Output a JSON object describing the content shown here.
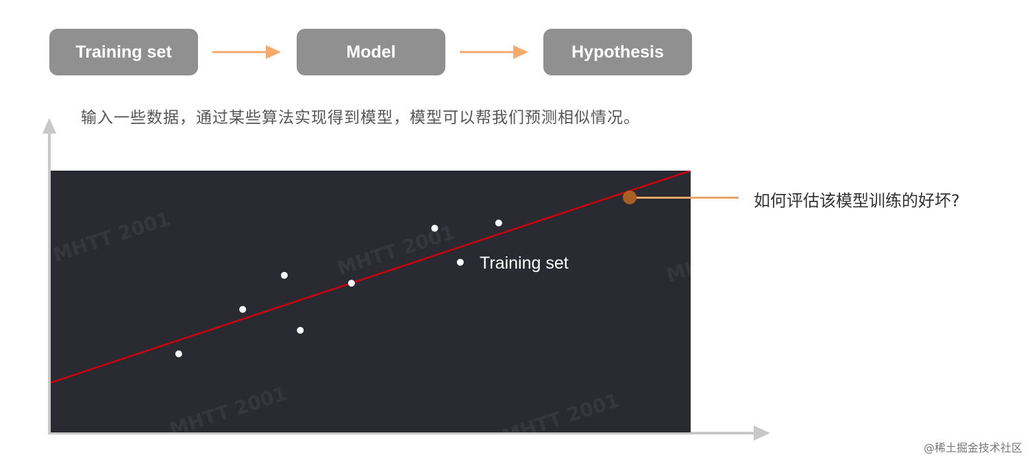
{
  "flow": {
    "steps": [
      {
        "label": "Training set"
      },
      {
        "label": "Model"
      },
      {
        "label": "Hypothesis"
      }
    ],
    "arrow_color": "#f5a96a",
    "box_color": "#909090"
  },
  "caption": "输入一些数据，通过某些算法实现得到模型，模型可以帮我们预测相似情况。",
  "chart_data": {
    "type": "scatter",
    "series": [
      {
        "name": "Training set",
        "points": [
          {
            "x": 0.2,
            "y": 0.3
          },
          {
            "x": 0.3,
            "y": 0.47
          },
          {
            "x": 0.365,
            "y": 0.6
          },
          {
            "x": 0.39,
            "y": 0.39
          },
          {
            "x": 0.47,
            "y": 0.57
          },
          {
            "x": 0.6,
            "y": 0.78
          },
          {
            "x": 0.64,
            "y": 0.65
          },
          {
            "x": 0.7,
            "y": 0.8
          }
        ]
      }
    ],
    "fit_line": {
      "x1": 0,
      "y1": 0.19,
      "x2": 1,
      "y2": 1.0,
      "color": "#d0000b"
    },
    "xlim": [
      0,
      1
    ],
    "ylim": [
      0,
      1
    ],
    "background": "#2a2a33",
    "point_color": "#ffffff",
    "axis_color": "#c8c8c8",
    "grid": false
  },
  "callout": {
    "text": "如何评估该模型训练的好坏?",
    "line_color": "#e8a56a",
    "dot_color": "#a85f25"
  },
  "watermark": "MHTT 2001",
  "footer": "@稀土掘金技术社区"
}
